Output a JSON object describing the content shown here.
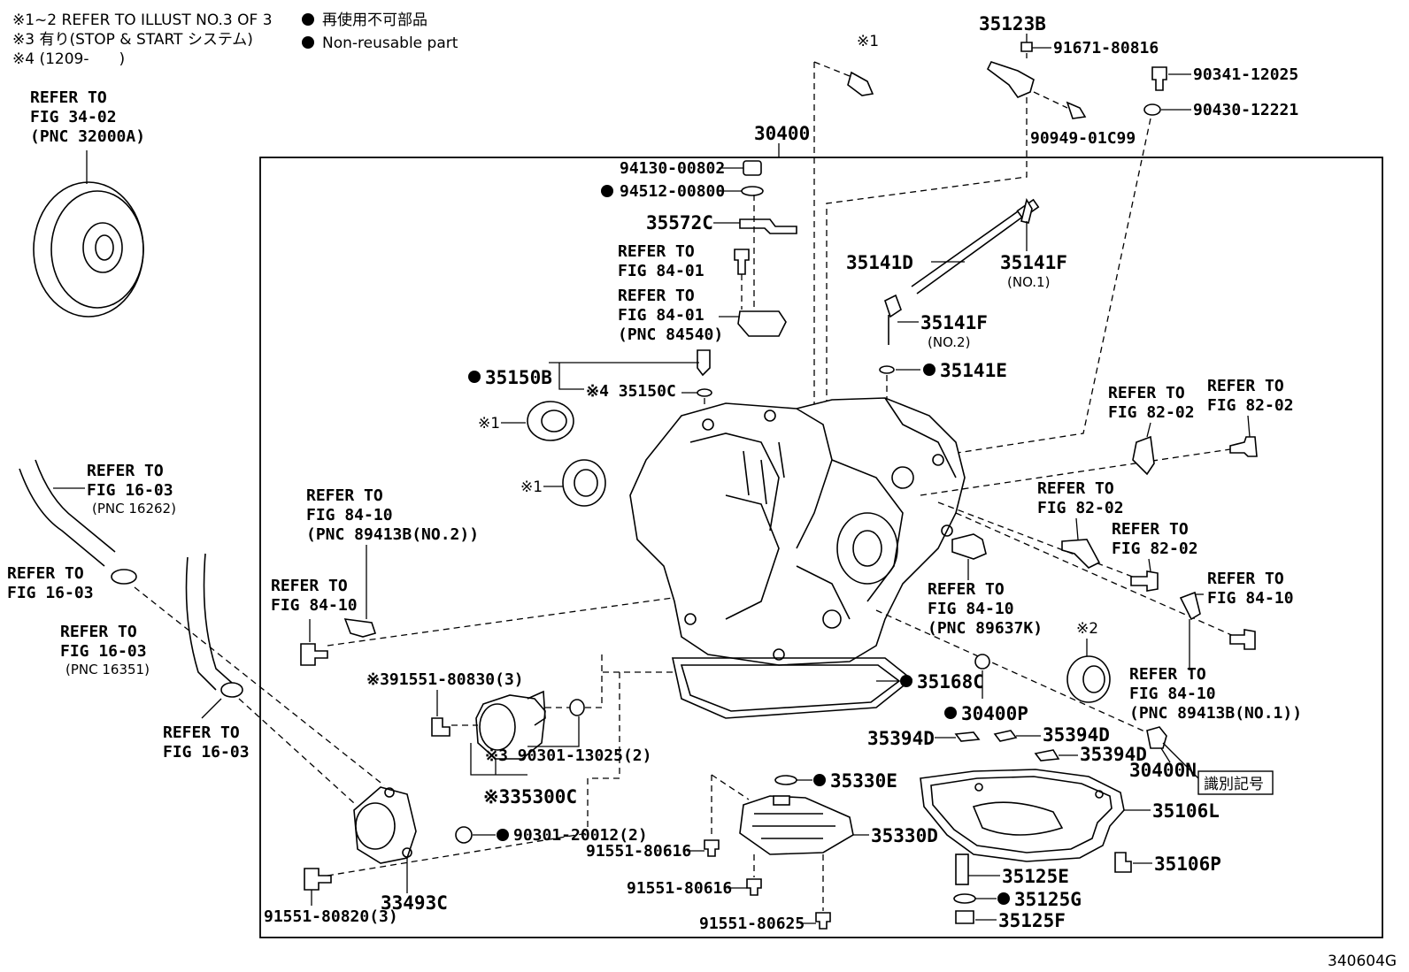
{
  "notes": {
    "n12": "※1~2 REFER TO ILLUST NO.3 OF 3",
    "n3": "※3 有り(STOP & START システム)",
    "n4": "※4 (1209-　　)",
    "legend_jp": "再使用不可部品",
    "legend_en": "Non-reusable part"
  },
  "figure_id": "340604G",
  "mark1": "※1",
  "mark2": "※2",
  "refs": {
    "torque": [
      "REFER TO",
      "FIG 34-02",
      "(PNC 32000A)"
    ],
    "hose1": [
      "REFER TO",
      "FIG 16-03",
      "(PNC 16262)"
    ],
    "hose1b": [
      "REFER TO",
      "FIG 16-03"
    ],
    "hose2": [
      "REFER TO",
      "FIG 16-03",
      "(PNC 16351)"
    ],
    "hose2b": [
      "REFER TO",
      "FIG 16-03"
    ],
    "f8401a": [
      "REFER TO",
      "FIG 84-01"
    ],
    "f8401b": [
      "REFER TO",
      "FIG 84-01",
      "(PNC 84540)"
    ],
    "f8410a": [
      "REFER TO",
      "FIG 84-10",
      "(PNC 89413B(NO.2))"
    ],
    "f8410b": [
      "REFER TO",
      "FIG 84-10"
    ],
    "f8410c": [
      "REFER TO",
      "FIG 84-10",
      "(PNC 89637K)"
    ],
    "f8202a": [
      "REFER TO",
      "FIG 82-02"
    ],
    "f8202b": [
      "REFER TO",
      "FIG 82-02"
    ],
    "f8202c": [
      "REFER TO",
      "FIG 82-02"
    ],
    "f8202d": [
      "REFER TO",
      "FIG 82-02"
    ],
    "f8410d": [
      "REFER TO",
      "FIG 84-10"
    ],
    "f8410e": [
      "REFER TO",
      "FIG 84-10",
      "(PNC 89413B(NO.1))"
    ]
  },
  "parts": {
    "p30400": "30400",
    "p35123B": "35123B",
    "p91671": "91671-80816",
    "p90341": "90341-12025",
    "p90430": "90430-12221",
    "p90949": "90949-01C99",
    "p94130": "94130-00802",
    "p94512": "94512-00800",
    "p35572C": "35572C",
    "p35141D": "35141D",
    "p35141F1": "35141F",
    "p35141F1n": "(NO.1)",
    "p35141F2": "35141F",
    "p35141F2n": "(NO.2)",
    "p35141E": "35141E",
    "p35150B": "35150B",
    "p35150C": "※4 35150C",
    "p91551_830": "※391551-80830(3)",
    "p90301_13025": "※3 90301-13025(2)",
    "p35300C": "※335300C",
    "p90301_20012": "90301-20012(2)",
    "p91551_616a": "91551-80616",
    "p91551_616b": "91551-80616",
    "p91551_625": "91551-80625",
    "p91551_820": "91551-80820(3)",
    "p33493C": "33493C",
    "p35168C": "35168C",
    "p30400P": "30400P",
    "p35394Da": "35394D",
    "p35394Db": "35394D",
    "p35394Dc": "35394D",
    "p30400N": "30400N",
    "p_ident": "識別記号",
    "p35330E": "35330E",
    "p35330D": "35330D",
    "p35106L": "35106L",
    "p35106P": "35106P",
    "p35125E": "35125E",
    "p35125G": "35125G",
    "p35125F": "35125F"
  }
}
